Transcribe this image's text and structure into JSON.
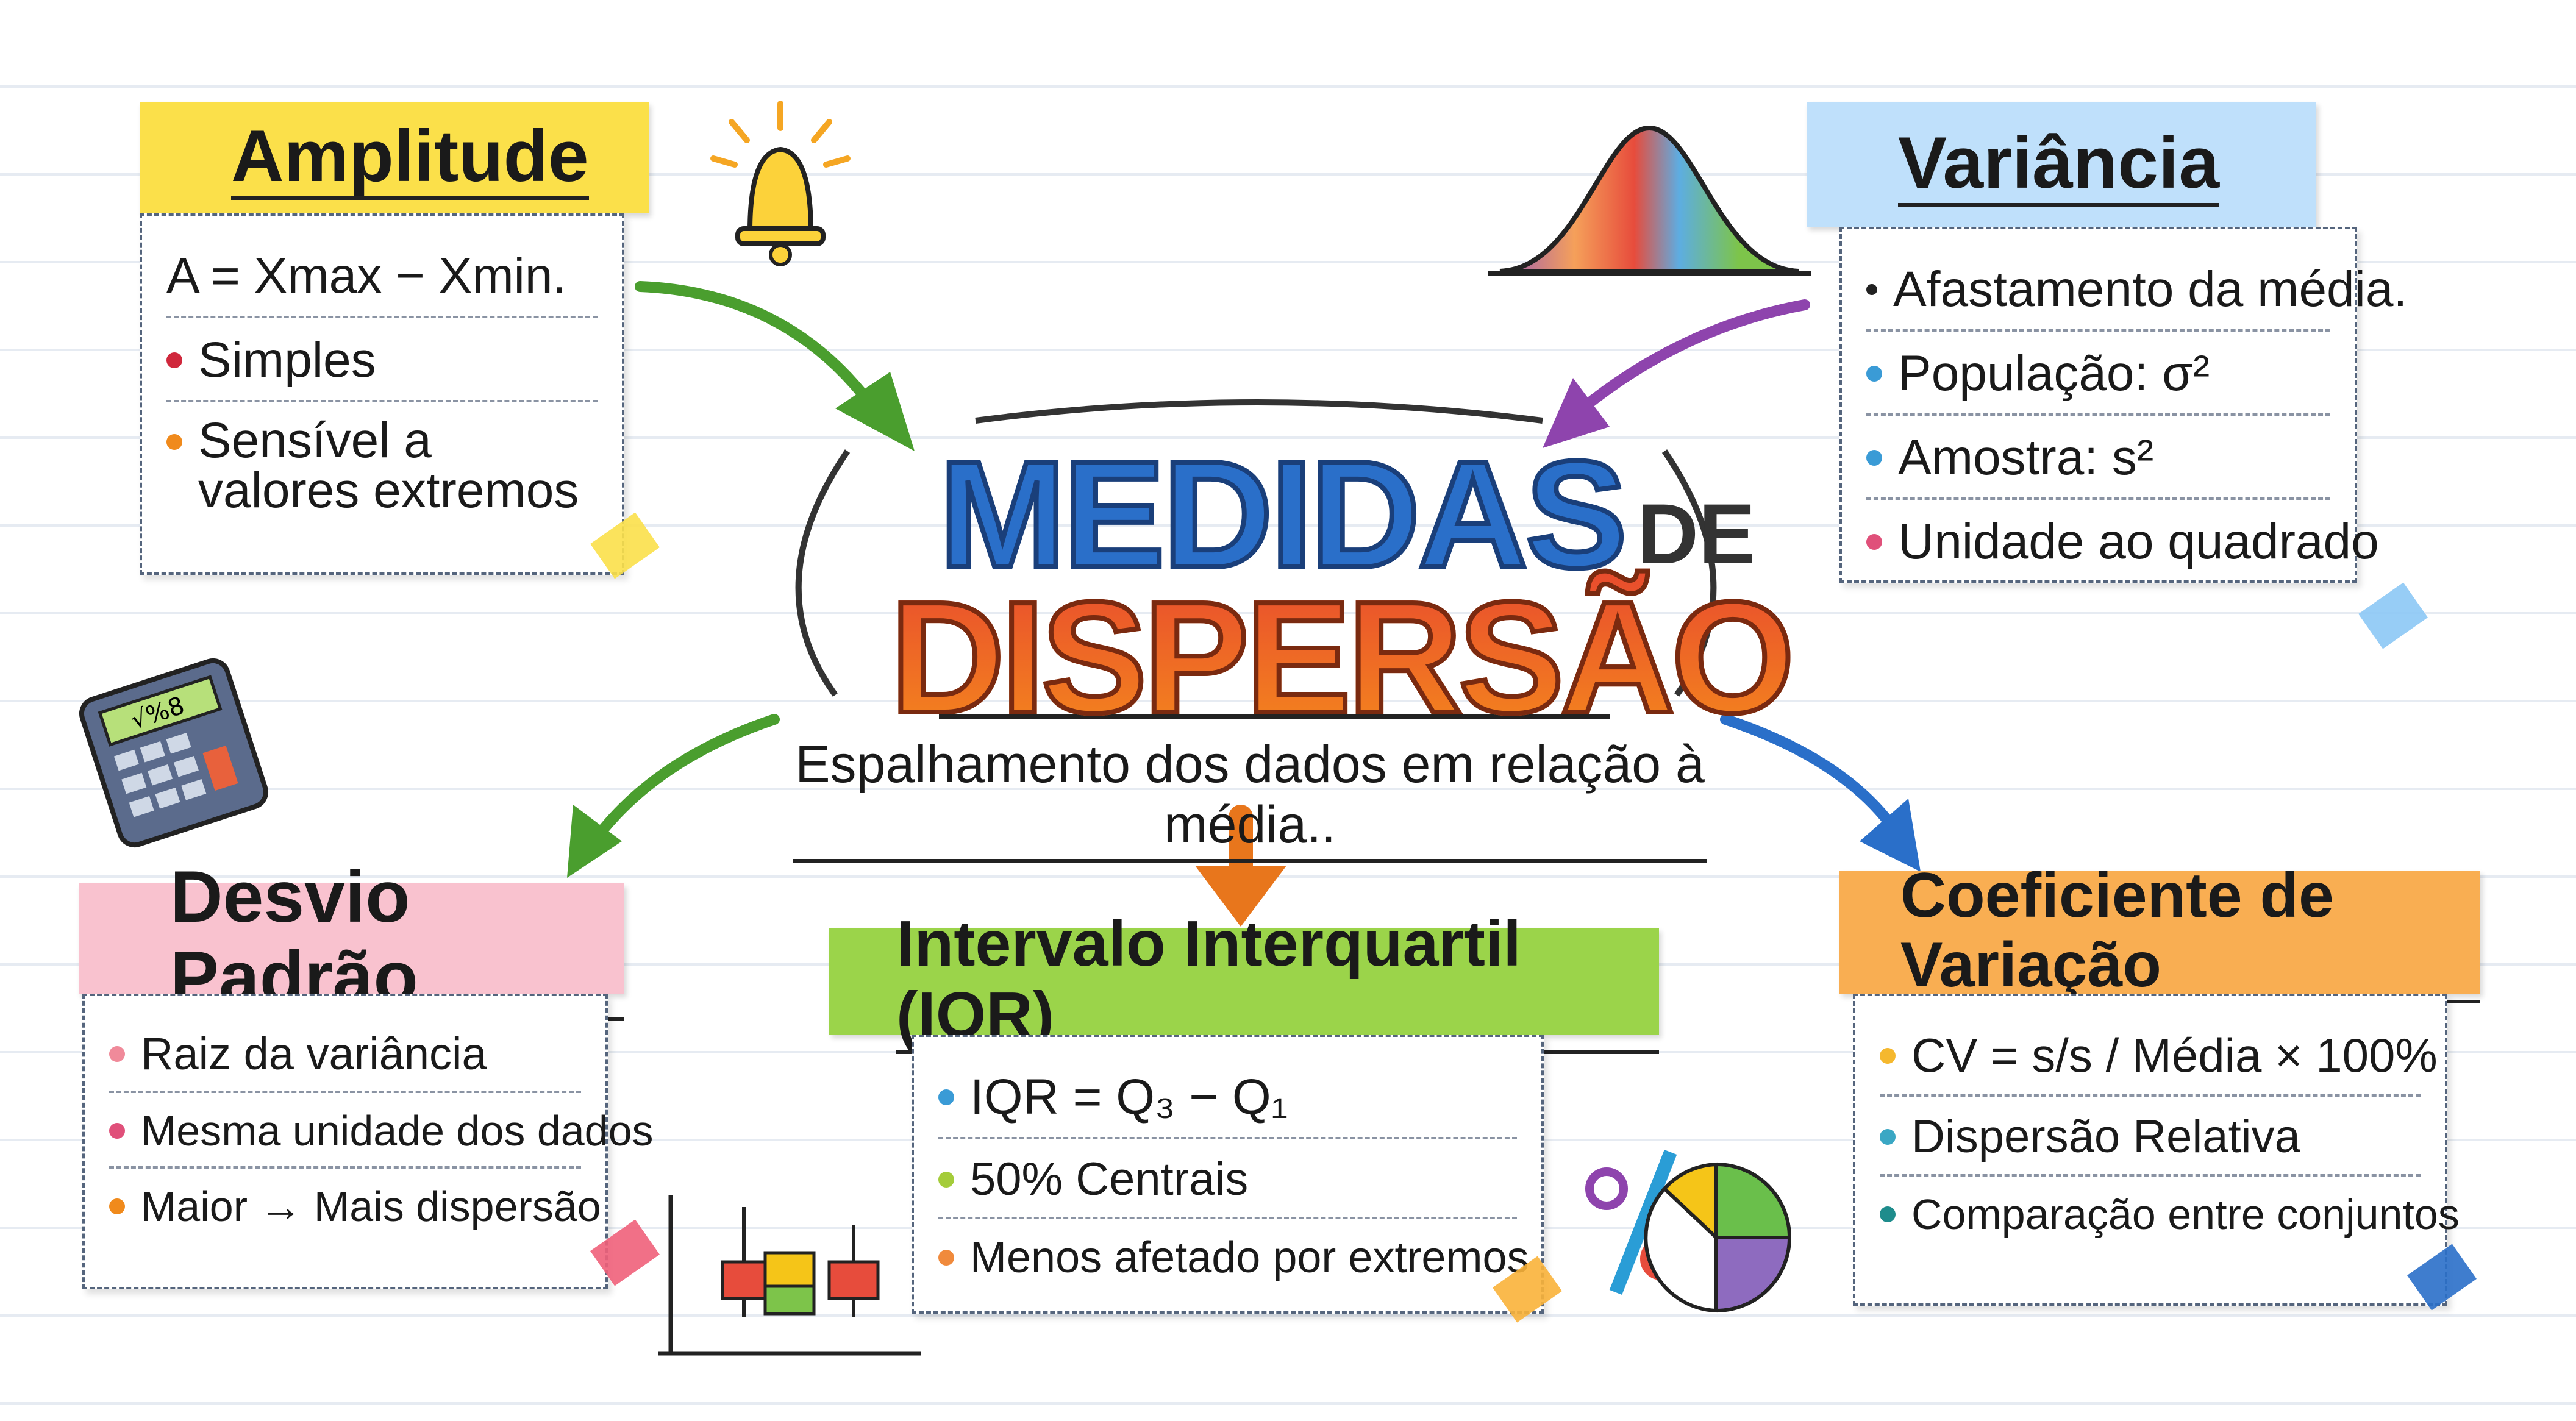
{
  "title": {
    "line1": "MEDIDAS",
    "de": "DE",
    "line2": "DISPERSÃO",
    "subtitle": "Espalhamento dos dados em relação à média.."
  },
  "amplitude": {
    "title": "Amplitude",
    "formula": "A = Xmax − Xmin.",
    "items": [
      {
        "text": "Simples",
        "color": "#d0283c"
      },
      {
        "text": "Sensível a valores extremos",
        "color": "#f08a1c"
      }
    ],
    "color": "#fbe04a"
  },
  "variancia": {
    "title": "Variância",
    "items": [
      {
        "text": "Afastamento da média.",
        "color": "#222222"
      },
      {
        "text": "População: σ²",
        "color": "#3a9bd6"
      },
      {
        "text": "Amostra: s²",
        "color": "#3a9bd6"
      },
      {
        "text": "Unidade ao quadrado",
        "color": "#e0507a"
      }
    ],
    "color": "#bfe0fb"
  },
  "desvio": {
    "title": "Desvio Padrão",
    "items": [
      {
        "text": "Raiz da variância",
        "color": "#f08a9a"
      },
      {
        "text": "Mesma unidade dos dados",
        "color": "#e0507a"
      },
      {
        "text": "Maior → Mais dispersão",
        "color": "#f08a1c"
      }
    ],
    "color": "#f9c2cf"
  },
  "iqr": {
    "title": "Intervalo Interquartil (IQR)",
    "items": [
      {
        "text": "IQR = Q₃ − Q₁",
        "color": "#3a9bd6"
      },
      {
        "text": "50% Centrais",
        "color": "#a4cc3a"
      },
      {
        "text": "Menos afetado por extremos",
        "color": "#f08a3c"
      }
    ],
    "color": "#9bd44a"
  },
  "cv": {
    "title": "Coeficiente de Variação",
    "items": [
      {
        "text": "CV = s/s / Média × 100%",
        "color": "#f5b82e"
      },
      {
        "text": "Dispersão Relativa",
        "color": "#3aa7c4"
      },
      {
        "text": "Comparação entre conjuntos",
        "color": "#1e8c8c"
      }
    ],
    "color": "#f9ae52"
  },
  "icons": [
    "bell-icon",
    "bell-curve-icon",
    "calculator-icon",
    "box-plot-icon",
    "percent-pie-icon"
  ],
  "calculator_display": "√%8"
}
